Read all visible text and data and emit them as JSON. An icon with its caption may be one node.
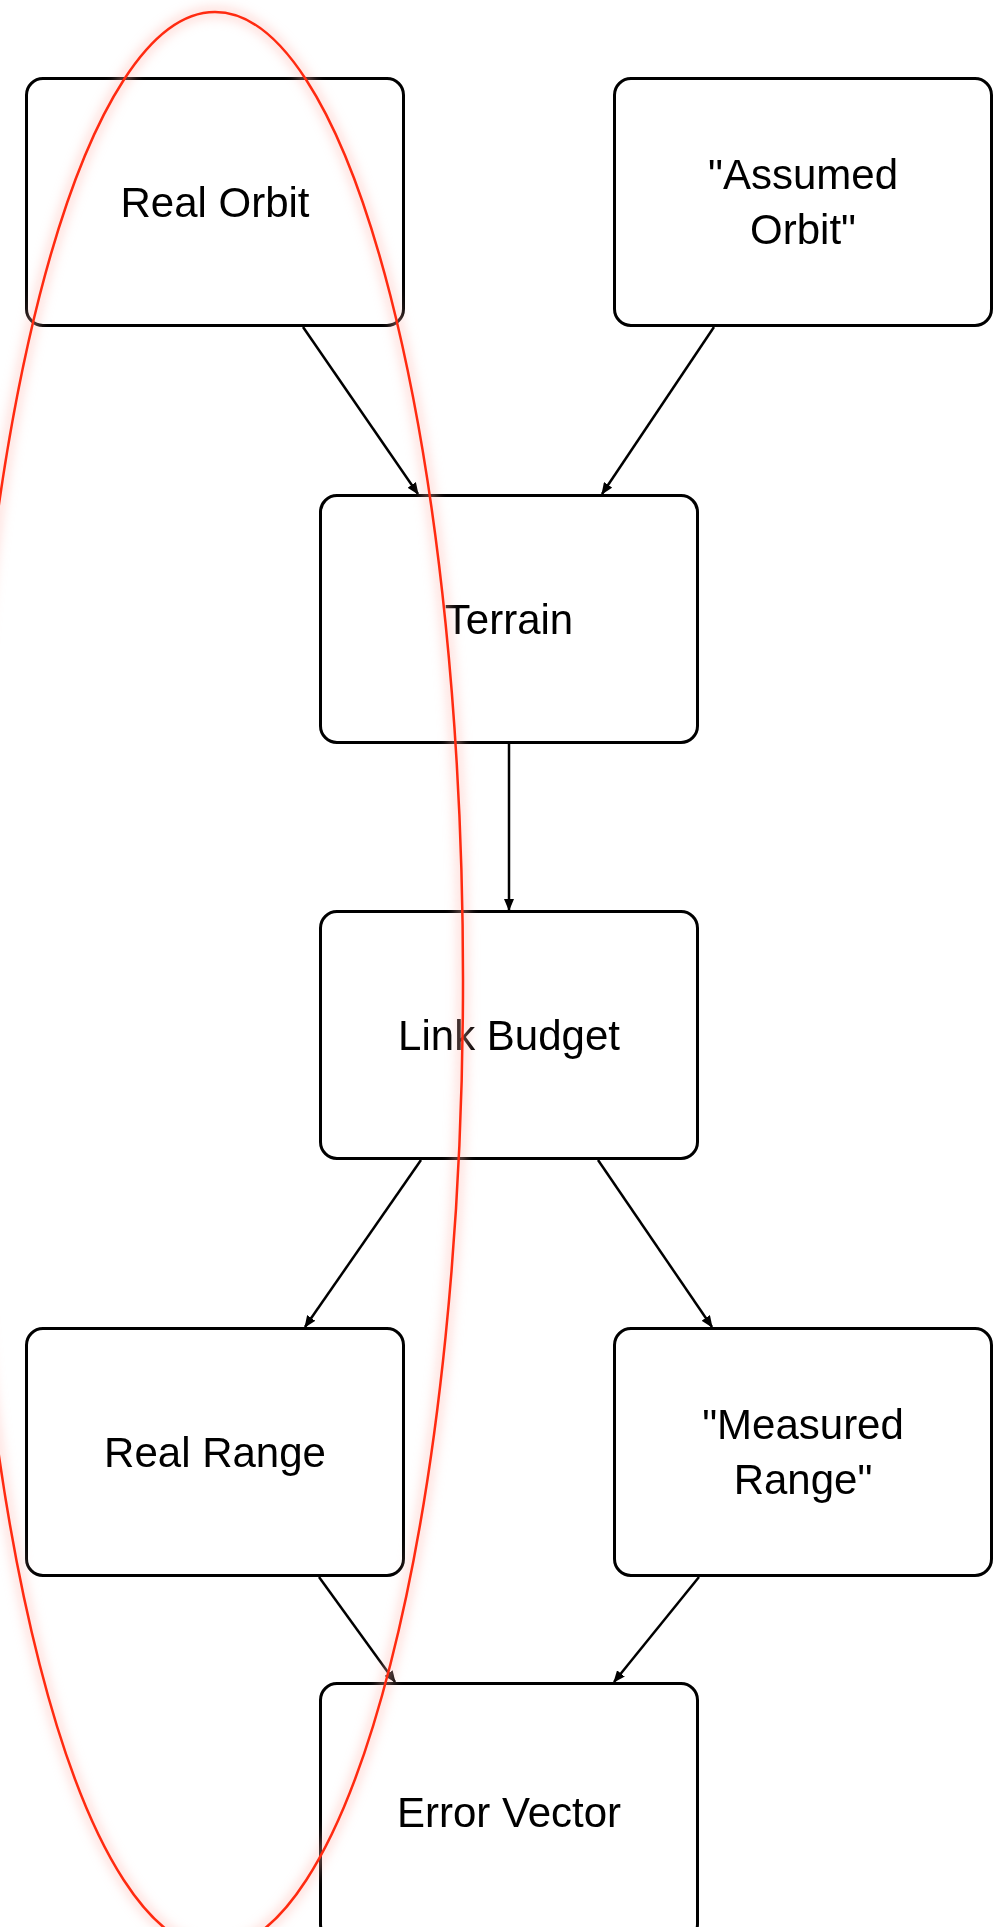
{
  "diagram": {
    "nodes": [
      {
        "text": [
          "Real Orbit"
        ]
      },
      {
        "text": [
          "\"Assumed Orbit\""
        ]
      },
      {
        "text": [
          "Terrain"
        ]
      },
      {
        "text": [
          "Link Budget"
        ]
      },
      {
        "text": [
          "Real Range"
        ]
      },
      {
        "text": [
          "\"Measured Range\""
        ]
      },
      {
        "text": [
          "Error Vector"
        ]
      }
    ],
    "edges": [
      {
        "from": 0,
        "to": 2,
        "arrow": "to"
      },
      {
        "from": 1,
        "to": 2,
        "arrow": "to"
      },
      {
        "from": 2,
        "to": 3,
        "arrow": "to"
      },
      {
        "from": 3,
        "to": 4,
        "arrow": "to"
      },
      {
        "from": 3,
        "to": 5,
        "arrow": "to"
      },
      {
        "from": 4,
        "to": 6,
        "arrow": "to"
      },
      {
        "from": 5,
        "to": 6,
        "arrow": "to"
      }
    ]
  }
}
